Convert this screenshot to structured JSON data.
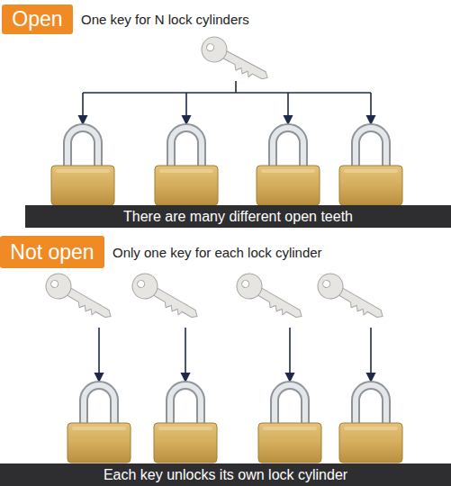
{
  "diagram": {
    "nodes": [
      {
        "text": [
          "Open"
        ]
      },
      {
        "text": [
          "There are many different open teeth"
        ]
      },
      {
        "text": [
          "Not open"
        ]
      },
      {
        "text": [
          "Each key unlocks its own lock cylinder"
        ]
      }
    ],
    "labels": [
      "One key for N lock cylinders",
      "Only one key for each lock cylinder"
    ]
  }
}
